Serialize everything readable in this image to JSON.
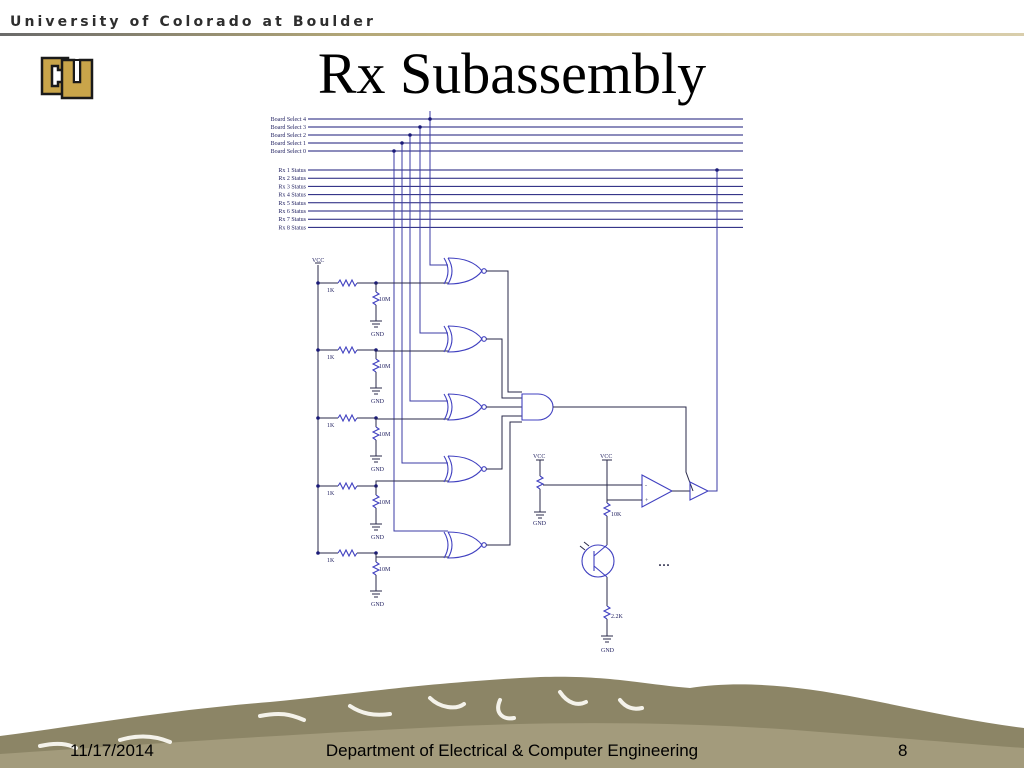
{
  "header": {
    "university": "University of Colorado at Boulder"
  },
  "logo": {
    "icon": "cu-logo-icon"
  },
  "slide": {
    "title": "Rx Subassembly"
  },
  "schematic": {
    "board_selects": [
      "Board Select 4",
      "Board Select 3",
      "Board Select 2",
      "Board Select 1",
      "Board Select 0"
    ],
    "rx_status": [
      "Rx 1 Status",
      "Rx 2 Status",
      "Rx 3 Status",
      "Rx 4 Status",
      "Rx 5 Status",
      "Rx 6 Status",
      "Rx 7 Status",
      "Rx 8 Status"
    ],
    "vcc_label": "VCC",
    "gnd_label": "GND",
    "r_pullup": "1K",
    "r_pulldown": "10M",
    "r_collector": "10K",
    "r_emitter": "2.2K",
    "minus_sign": "-",
    "plus_sign": "+",
    "ellipsis": "..."
  },
  "footer": {
    "date": "11/17/2014",
    "department": "Department of Electrical & Computer Engineering",
    "page": "8"
  },
  "colors": {
    "header_bar": "#b4a878",
    "mountain": "#8c8566",
    "wire": "#3b3ba6"
  }
}
